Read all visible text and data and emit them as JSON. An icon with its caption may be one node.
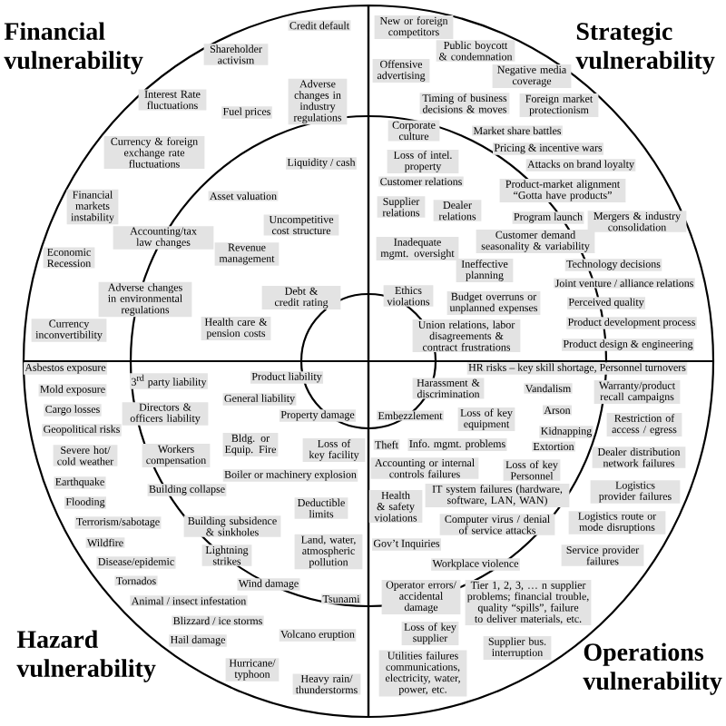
{
  "diagram": {
    "nodes": [
      {
        "text": [
          "Financial vulnerability"
        ]
      },
      {
        "text": [
          "Shareholder activism"
        ],
        "in": 0
      },
      {
        "text": [
          "Credit default"
        ],
        "in": 0
      },
      {
        "text": [
          "Interest Rate fluctuations"
        ],
        "in": 0
      },
      {
        "text": [
          "Fuel prices"
        ],
        "in": 0
      },
      {
        "text": [
          "Adverse changes in industry regulations"
        ],
        "in": 0
      },
      {
        "text": [
          "Currency & foreign exchange rate fluctuations"
        ],
        "in": 0
      },
      {
        "text": [
          "Financial markets instability"
        ],
        "in": 0
      },
      {
        "text": [
          "Economic Recession"
        ],
        "in": 0
      },
      {
        "text": [
          "Currency inconvertibility"
        ],
        "in": 0
      },
      {
        "text": [
          "Accounting/tax law changes"
        ],
        "in": 0
      },
      {
        "text": [
          "Adverse changes in environmental regulations"
        ],
        "in": 0
      },
      {
        "text": [
          "Liquidity / cash"
        ],
        "in": 0
      },
      {
        "text": [
          "Asset valuation"
        ],
        "in": 0
      },
      {
        "text": [
          "Uncompetitive cost structure"
        ],
        "in": 0
      },
      {
        "text": [
          "Revenue management"
        ],
        "in": 0
      },
      {
        "text": [
          "Debt & credit rating"
        ],
        "in": 0
      },
      {
        "text": [
          "Health care & pension costs"
        ],
        "in": 0
      },
      {
        "text": [
          "Strategic vulnerability"
        ]
      },
      {
        "text": [
          "New or foreign competitors"
        ],
        "in": 18
      },
      {
        "text": [
          "Public boycott & condemnation"
        ],
        "in": 18
      },
      {
        "text": [
          "Negative media coverage"
        ],
        "in": 18
      },
      {
        "text": [
          "Offensive advertising"
        ],
        "in": 18
      },
      {
        "text": [
          "Timing of business decisions & moves"
        ],
        "in": 18
      },
      {
        "text": [
          "Foreign market protectionism"
        ],
        "in": 18
      },
      {
        "text": [
          "Market share battles"
        ],
        "in": 18
      },
      {
        "text": [
          "Pricing & incentive wars"
        ],
        "in": 18
      },
      {
        "text": [
          "Attacks on brand loyalty"
        ],
        "in": 18
      },
      {
        "text": [
          "Product-market alignment “Gotta have products”"
        ],
        "in": 18
      },
      {
        "text": [
          "Corporate culture"
        ],
        "in": 18
      },
      {
        "text": [
          "Loss of intel. property"
        ],
        "in": 18
      },
      {
        "text": [
          "Customer relations"
        ],
        "in": 18
      },
      {
        "text": [
          "Supplier relations"
        ],
        "in": 18
      },
      {
        "text": [
          "Dealer relations"
        ],
        "in": 18
      },
      {
        "text": [
          "Mergers & industry consolidation"
        ],
        "in": 18
      },
      {
        "text": [
          "Program launch"
        ],
        "in": 18
      },
      {
        "text": [
          "Inadequate mgmt. oversight"
        ],
        "in": 18
      },
      {
        "text": [
          "Customer demand seasonality & variability"
        ],
        "in": 18
      },
      {
        "text": [
          "Ineffective planning"
        ],
        "in": 18
      },
      {
        "text": [
          "Technology decisions"
        ],
        "in": 18
      },
      {
        "text": [
          "Joint venture / alliance relations"
        ],
        "in": 18
      },
      {
        "text": [
          "Ethics violations"
        ],
        "in": 18
      },
      {
        "text": [
          "Budget overruns or unplanned expenses"
        ],
        "in": 18
      },
      {
        "text": [
          "Perceived quality"
        ],
        "in": 18
      },
      {
        "text": [
          "Union relations, labor disagreements & contract frustrations"
        ],
        "in": 18
      },
      {
        "text": [
          "Product development process"
        ],
        "in": 18
      },
      {
        "text": [
          "Product design & engineering"
        ],
        "in": 18
      },
      {
        "text": [
          "Hazard vulnerability"
        ]
      },
      {
        "text": [
          "Asbestos exposure"
        ],
        "in": 47
      },
      {
        "text": [
          "Mold exposure"
        ],
        "in": 47
      },
      {
        "text": [
          "Cargo losses"
        ],
        "in": 47
      },
      {
        "text": [
          "Geopolitical risks"
        ],
        "in": 47
      },
      {
        "text": [
          "Severe hot/ cold weather"
        ],
        "in": 47
      },
      {
        "text": [
          "Earthquake"
        ],
        "in": 47
      },
      {
        "text": [
          "Flooding"
        ],
        "in": 47
      },
      {
        "text": [
          "Terrorism/sabotage"
        ],
        "in": 47
      },
      {
        "text": [
          "Wildfire"
        ],
        "in": 47
      },
      {
        "text": [
          "Disease/epidemic"
        ],
        "in": 47
      },
      {
        "text": [
          "Tornados"
        ],
        "in": 47
      },
      {
        "text": [
          "Animal / insect infestation"
        ],
        "in": 47
      },
      {
        "text": [
          "Blizzard / ice storms"
        ],
        "in": 47
      },
      {
        "text": [
          "Hail damage"
        ],
        "in": 47
      },
      {
        "text": [
          "Hurricane/ typhoon"
        ],
        "in": 47
      },
      {
        "text": [
          "Volcano eruption"
        ],
        "in": 47
      },
      {
        "text": [
          "Heavy rain/ thunderstorms"
        ],
        "in": 47
      },
      {
        "text": [
          "Wind damage"
        ],
        "in": 47
      },
      {
        "text": [
          "Tsunami"
        ],
        "in": 47
      },
      {
        "text": [
          "3$^{rd}$ party liability"
        ],
        "in": 47
      },
      {
        "text": [
          "Directors & officers liability"
        ],
        "in": 47
      },
      {
        "text": [
          "Workers compensation"
        ],
        "in": 47
      },
      {
        "text": [
          "Building collapse"
        ],
        "in": 47
      },
      {
        "text": [
          "Product liability"
        ],
        "in": 47
      },
      {
        "text": [
          "General liability"
        ],
        "in": 47
      },
      {
        "text": [
          "Property damage"
        ],
        "in": 47
      },
      {
        "text": [
          "Bldg. or Equip. Fire"
        ],
        "in": 47
      },
      {
        "text": [
          "Loss of key facility"
        ],
        "in": 47
      },
      {
        "text": [
          "Boiler or machinery explosion"
        ],
        "in": 47
      },
      {
        "text": [
          "Deductible limits"
        ],
        "in": 47
      },
      {
        "text": [
          "Building subsidence & sinkholes"
        ],
        "in": 47
      },
      {
        "text": [
          "Lightning strikes"
        ],
        "in": 47
      },
      {
        "text": [
          "Land, water, atmospheric pollution"
        ],
        "in": 47
      },
      {
        "text": [
          "Operations vulnerability"
        ]
      },
      {
        "text": [
          "HR risks – key skill shortage, Personnel turnovers"
        ],
        "in": 81
      },
      {
        "text": [
          "Harassment & discrimination"
        ],
        "in": 81
      },
      {
        "text": [
          "Embezzlement"
        ],
        "in": 81
      },
      {
        "text": [
          "Loss of key equipment"
        ],
        "in": 81
      },
      {
        "text": [
          "Theft"
        ],
        "in": 81
      },
      {
        "text": [
          "Info. mgmt. problems"
        ],
        "in": 81
      },
      {
        "text": [
          "Accounting or internal controls failures"
        ],
        "in": 81
      },
      {
        "text": [
          "Health & safety violations"
        ],
        "in": 81
      },
      {
        "text": [
          "IT system failures (hardware, software, LAN, WAN)"
        ],
        "in": 81
      },
      {
        "text": [
          "Computer virus / denial of service attacks"
        ],
        "in": 81
      },
      {
        "text": [
          "Gov’t Inquiries"
        ],
        "in": 81
      },
      {
        "text": [
          "Workplace violence"
        ],
        "in": 81
      },
      {
        "text": [
          "Loss of key Personnel"
        ],
        "in": 81
      },
      {
        "text": [
          "Vandalism"
        ],
        "in": 81
      },
      {
        "text": [
          "Arson"
        ],
        "in": 81
      },
      {
        "text": [
          "Kidnapping"
        ],
        "in": 81
      },
      {
        "text": [
          "Extortion"
        ],
        "in": 81
      },
      {
        "text": [
          "Warranty/product recall campaigns"
        ],
        "in": 81
      },
      {
        "text": [
          "Restriction of access / egress"
        ],
        "in": 81
      },
      {
        "text": [
          "Dealer distribution network failures"
        ],
        "in": 81
      },
      {
        "text": [
          "Logistics provider failures"
        ],
        "in": 81
      },
      {
        "text": [
          "Logistics route or mode disruptions"
        ],
        "in": 81
      },
      {
        "text": [
          "Service provider failures"
        ],
        "in": 81
      },
      {
        "text": [
          "Operator errors/ accidental damage"
        ],
        "in": 81
      },
      {
        "text": [
          "Tier 1, 2, 3, … n supplier problems; financial trouble, quality “spills”, failure to deliver materials, etc."
        ],
        "in": 81
      },
      {
        "text": [
          "Loss of key supplier"
        ],
        "in": 81
      },
      {
        "text": [
          "Supplier bus. interruption"
        ],
        "in": 81
      },
      {
        "text": [
          "Utilities failures communications, electricity, water, power, etc."
        ],
        "in": 81
      }
    ]
  }
}
